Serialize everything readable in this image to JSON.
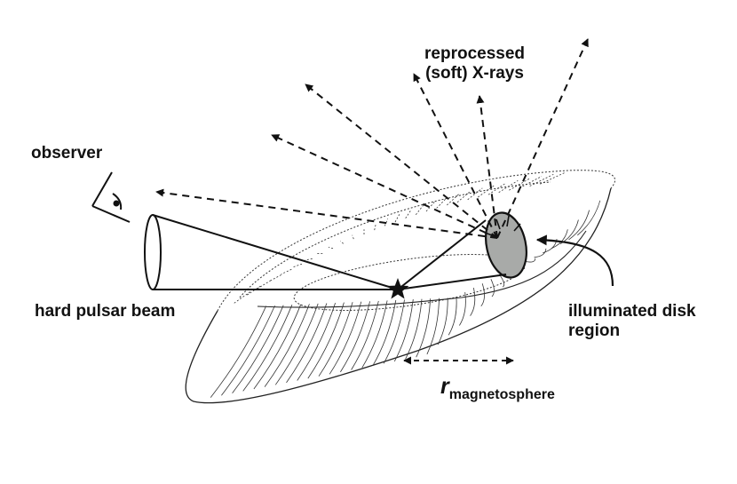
{
  "labels": {
    "reprocessed_line1": "reprocessed",
    "reprocessed_line2": "(soft) X-rays",
    "observer": "observer",
    "hard_beam": "hard pulsar beam",
    "illuminated_line1": "illuminated disk",
    "illuminated_line2": "region",
    "r_symbol": "r",
    "r_subscript": "magnetosphere"
  },
  "colors": {
    "stroke": "#111111",
    "disk_lines": "#333333",
    "illuminated_fill": "#a8aaa8"
  }
}
